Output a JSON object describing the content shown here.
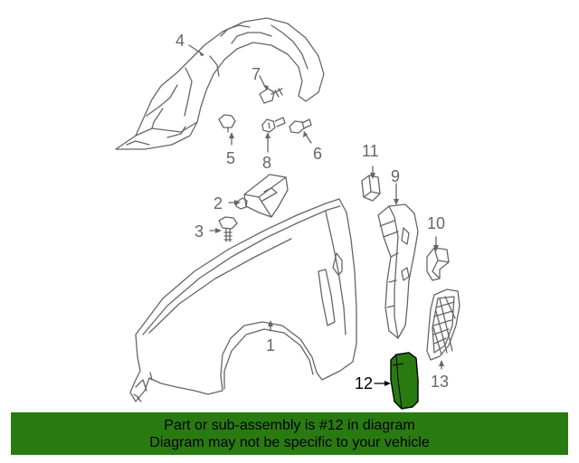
{
  "callouts": {
    "c1": "1",
    "c2": "2",
    "c3": "3",
    "c4": "4",
    "c5": "5",
    "c6": "6",
    "c7": "7",
    "c8": "8",
    "c9": "9",
    "c10": "10",
    "c11": "11",
    "c12": "12",
    "c13": "13"
  },
  "highlighted_part": "12",
  "colors": {
    "line": "#666666",
    "highlight_fill": "#2a7a12",
    "banner_bg": "#2a7a12",
    "banner_text": "#000000"
  },
  "banner": {
    "line1": "Part or sub-assembly is #12 in diagram",
    "line2": "Diagram may not be specific to your vehicle"
  }
}
